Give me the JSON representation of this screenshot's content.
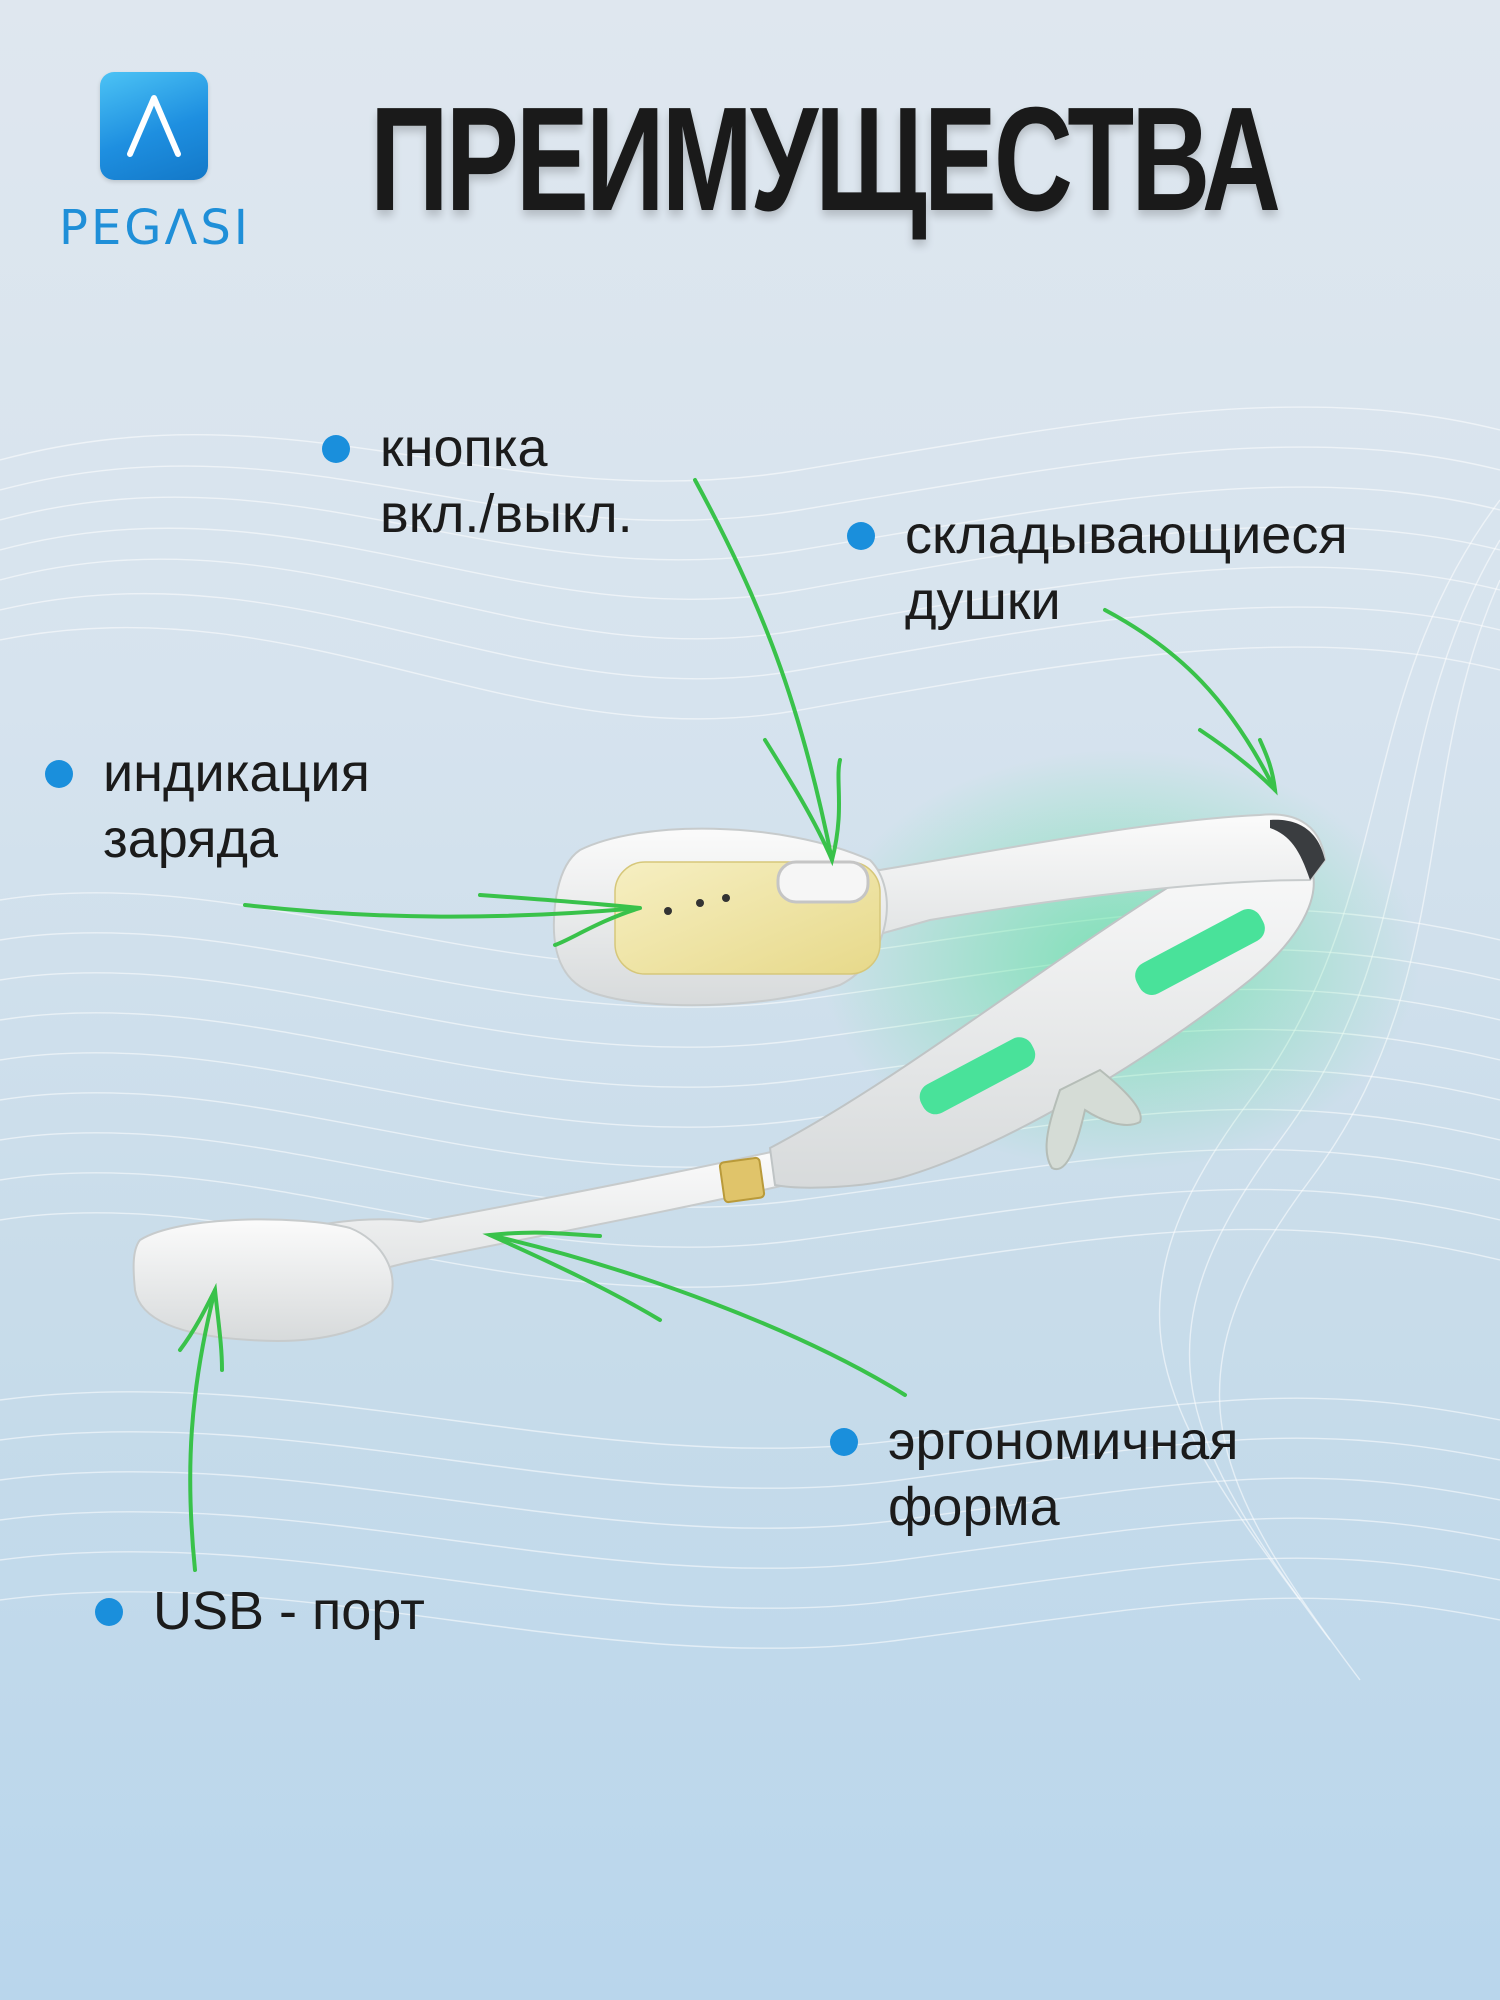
{
  "brand": {
    "name": "PEGΛSI",
    "logo_icon": "lambda-icon",
    "accent": "#1f8fd8"
  },
  "title": "ПРЕИМУЩЕСТВА",
  "colors": {
    "title": "#1a1a1a",
    "dot": "#1a8fdc",
    "arrow": "#39c24a",
    "glow": "#3de08a"
  },
  "features": {
    "power_button": {
      "line1": "кнопка",
      "line2": "вкл./выкл."
    },
    "folding_temples": {
      "line1": "складывающиеся",
      "line2": "душки"
    },
    "charge_indicator": {
      "line1": "индикация",
      "line2": "заряда"
    },
    "ergonomic_shape": {
      "line1": "эргономичная",
      "line2": "форма"
    },
    "usb_port": {
      "line1": "USB - порт"
    }
  }
}
